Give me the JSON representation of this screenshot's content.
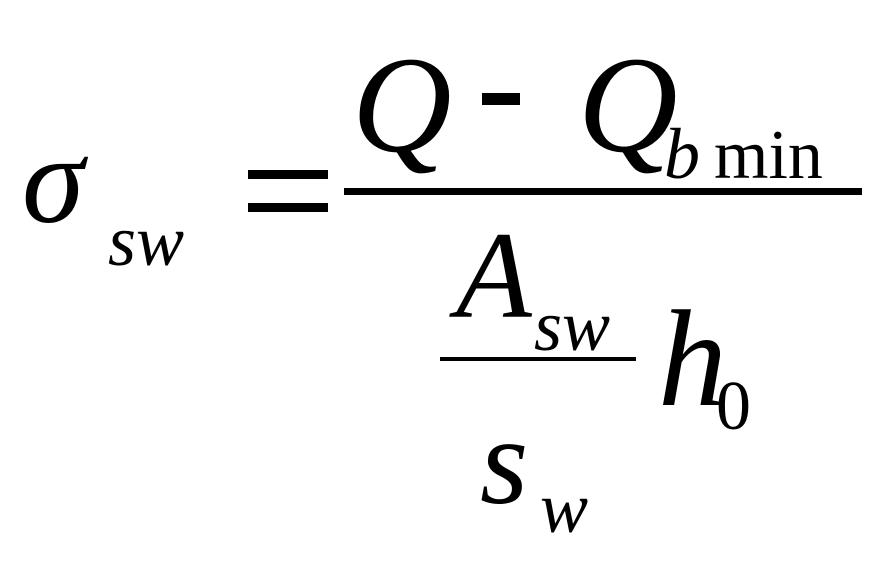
{
  "formula": {
    "lhs": {
      "symbol": "σ",
      "subscript": "sw"
    },
    "equals": "=",
    "numerator": {
      "q": "Q",
      "operator": "-",
      "q2": "Q",
      "sub_b": "b",
      "sub_min": "min"
    },
    "denominator": {
      "inner_numerator": {
        "symbol": "A",
        "subscript": "sw"
      },
      "inner_denominator": {
        "symbol": "s",
        "subscript": "w"
      },
      "h": "h",
      "h_subscript": "0"
    }
  }
}
